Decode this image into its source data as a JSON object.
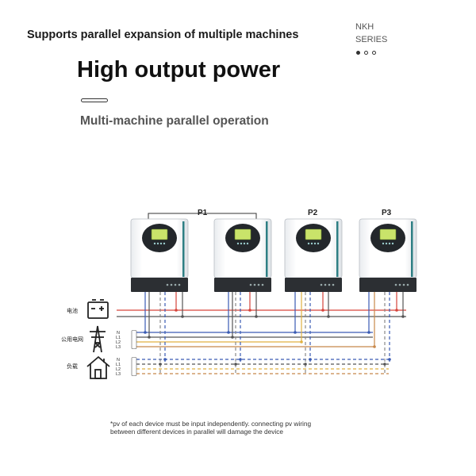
{
  "header": {
    "top_note": "Supports parallel expansion of multiple machines",
    "series_line1": "NKH",
    "series_line2": "SERIES",
    "headline": "High output power",
    "subtitle": "Multi-machine parallel operation"
  },
  "diagram": {
    "groups": [
      {
        "label": "P1"
      },
      {
        "label": "P2"
      },
      {
        "label": "P3"
      }
    ],
    "legend": {
      "battery": "电池",
      "grid": "公用电网",
      "load": "负载"
    },
    "phase_labels": [
      "N",
      "L1",
      "L2",
      "L3"
    ],
    "wire_colors": {
      "battery_positive": "#d6443b",
      "battery_negative": "#555555",
      "neutral": "#3a5bb3",
      "l1": "#555555",
      "l2": "#e0b040",
      "l3": "#c8884a"
    }
  },
  "footnote": {
    "line1": "*pv of each device must be input independently. connecting pv wiring",
    "line2": "between different devices in parallel will damage the device"
  }
}
